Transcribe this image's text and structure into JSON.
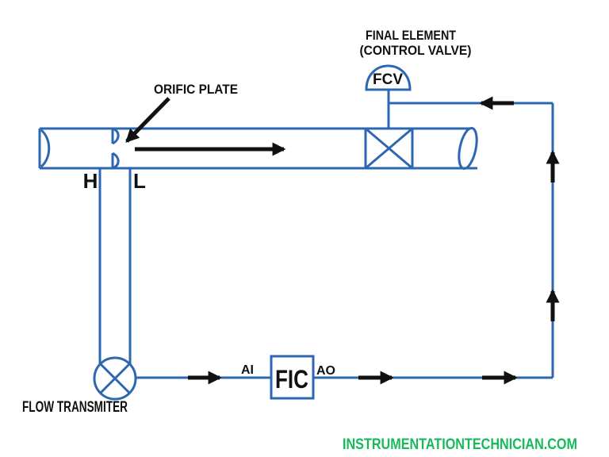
{
  "colors": {
    "line_blue": "#2e67b1",
    "annotation_black": "#111111",
    "watermark_green": "#17b95b",
    "background": "#ffffff"
  },
  "labels": {
    "final_element_line1": "FINAL ELEMENT",
    "final_element_line2": "(CONTROL VALVE)",
    "valve_tag": "FCV",
    "orifice_plate": "ORIFIC PLATE",
    "high_tap": "H",
    "low_tap": "L",
    "controller_input": "AI",
    "controller_tag": "FIC",
    "controller_output": "AO",
    "transmitter": "FLOW TRANSMITER",
    "watermark": "INSTRUMENTATIONTECHNICIAN.COM"
  }
}
